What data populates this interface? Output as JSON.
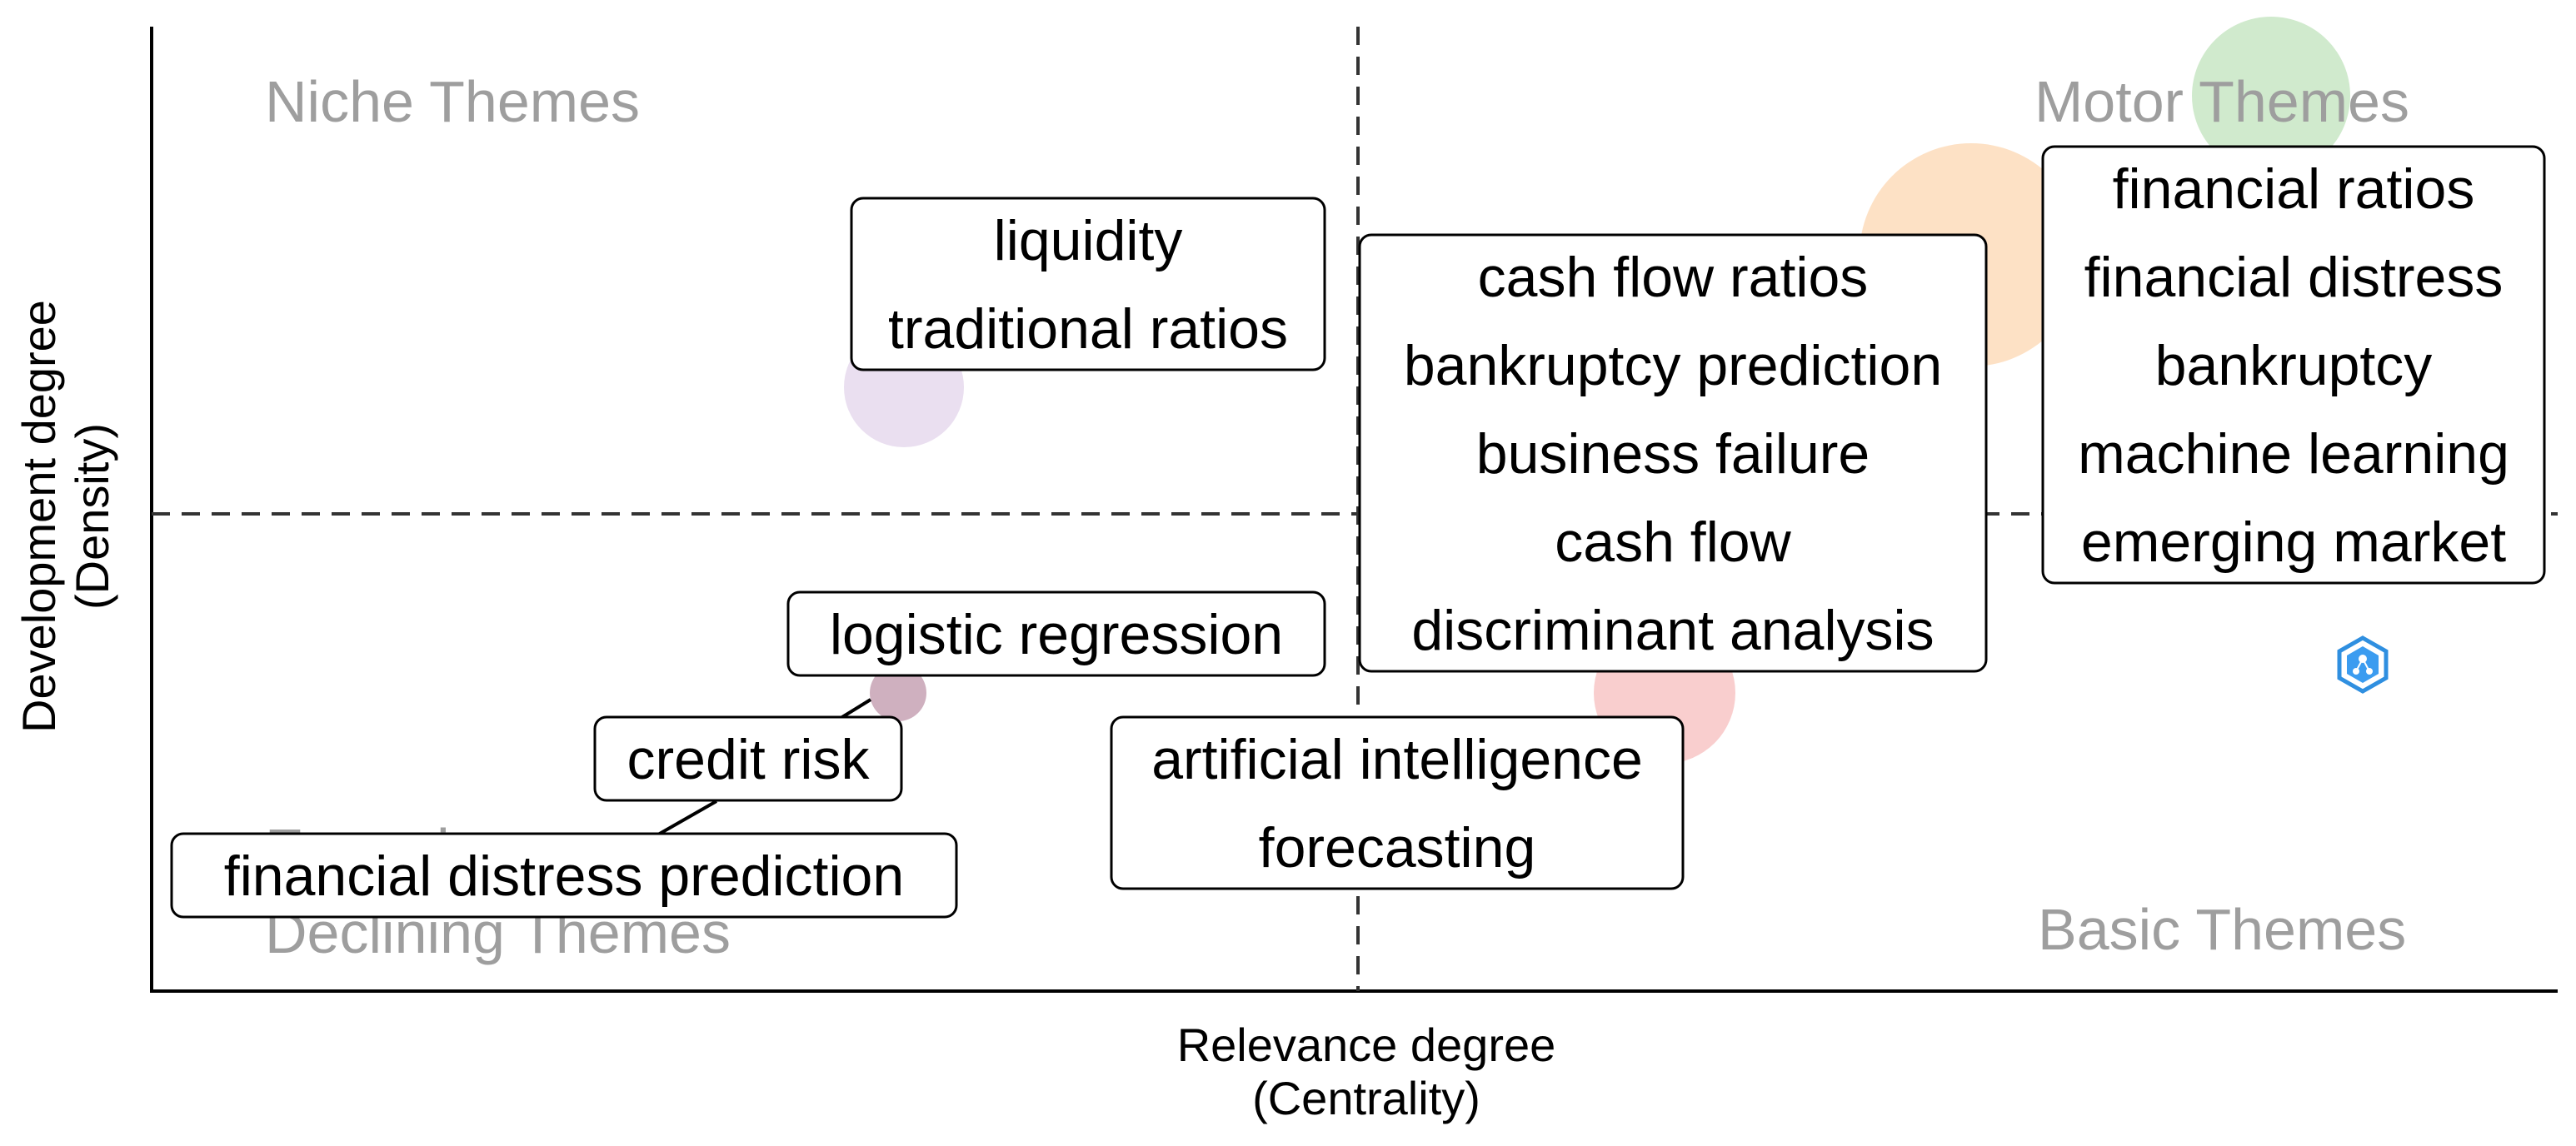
{
  "chart_data": {
    "type": "scatter",
    "title": "",
    "xlabel": "Relevance degree\n(Centrality)",
    "ylabel": "Development degree\n(Density)",
    "grid": false,
    "quadrant_labels": {
      "top_left": "Niche Themes",
      "top_right": "Motor Themes",
      "bottom_left": "Emerging or\nDeclining Themes",
      "bottom_right": "Basic Themes"
    },
    "clusters": [
      {
        "terms": [
          "financial ratios",
          "financial distress",
          "bankruptcy",
          "machine learning",
          "emerging market"
        ],
        "color": "#a9d9a4"
      },
      {
        "terms": [
          "cash flow ratios",
          "bankruptcy prediction",
          "business failure",
          "cash flow",
          "discriminant analysis"
        ],
        "color": "#fbc896"
      },
      {
        "terms": [
          "liquidity",
          "traditional ratios"
        ],
        "color": "#d9c5e3"
      },
      {
        "terms": [
          "logistic regression"
        ],
        "color": "#ead6cf"
      },
      {
        "terms": [
          "credit risk"
        ],
        "color": "#a8708b"
      },
      {
        "terms": [
          "financial distress prediction"
        ],
        "color": "#b07fa1"
      },
      {
        "terms": [
          "artificial intelligence",
          "forecasting"
        ],
        "color": "#f4a5a5"
      }
    ],
    "watermark_icon": "network-logo-icon"
  }
}
